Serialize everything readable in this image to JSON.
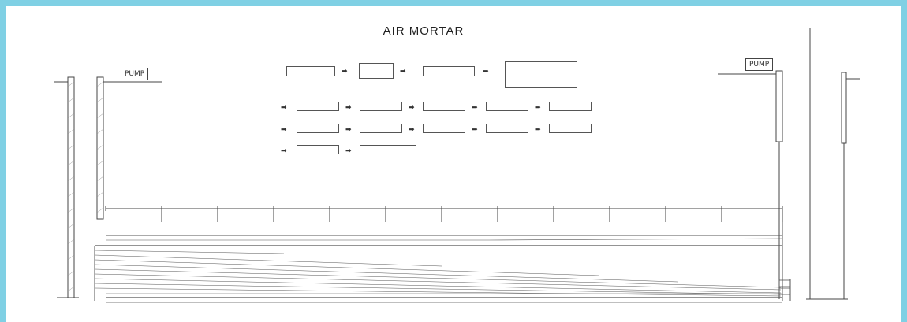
{
  "diagram": {
    "title": "AIR MORTAR",
    "pump_left": "PUMP",
    "pump_right": "PUMP"
  },
  "colors": {
    "frame_border": "#7fd0e4",
    "line": "#444444"
  }
}
